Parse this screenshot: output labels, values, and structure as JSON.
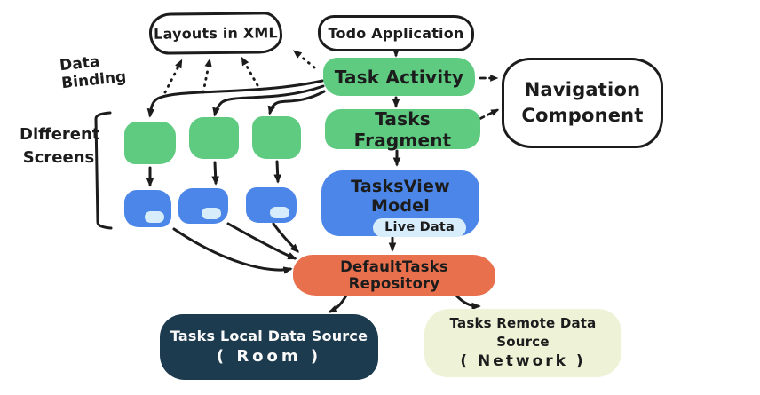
{
  "nodes": {
    "layouts_xml": {
      "label": "Layouts in XML",
      "fill": "#ffffff"
    },
    "todo_application": {
      "label": "Todo Application",
      "fill": "#ffffff"
    },
    "task_activity": {
      "label": "Task Activity",
      "fill": "#5ecb81"
    },
    "navigation_component": {
      "label": "Navigation Component",
      "fill": "#ffffff"
    },
    "tasks_fragment": {
      "label": "Tasks Fragment",
      "fill": "#5ecb81"
    },
    "tasks_view_model": {
      "label": "TasksView Model",
      "badge": "Live Data",
      "fill": "#4b86e8",
      "badge_fill": "#d8edfb"
    },
    "default_tasks_repository": {
      "label": "DefaultTasks Repository",
      "fill": "#e8704d"
    },
    "tasks_local_data_source": {
      "label": "Tasks Local Data Source",
      "sublabel": "( Room )",
      "fill": "#1d3b4e",
      "text_color": "#fafafa"
    },
    "tasks_remote_data_source": {
      "label": "Tasks Remote Data Source",
      "sublabel": "( Network )",
      "fill": "#eef3d8"
    }
  },
  "annotations": {
    "data_binding": "Data Binding",
    "different_screens": "Different Screens"
  },
  "screen_placeholders": {
    "count": 3,
    "description": "three unlabeled green screen thumbnails, each linked to a blue view-model thumbnail containing a small light-blue live-data pill"
  },
  "edges": [
    {
      "from": "Todo Application",
      "to": "Task Activity",
      "style": "solid"
    },
    {
      "from": "Task Activity",
      "to": "Tasks Fragment",
      "style": "solid"
    },
    {
      "from": "Tasks Fragment",
      "to": "TasksView Model",
      "style": "solid"
    },
    {
      "from": "TasksView Model",
      "to": "DefaultTasks Repository",
      "style": "solid"
    },
    {
      "from": "DefaultTasks Repository",
      "to": "Tasks Local Data Source (Room)",
      "style": "solid"
    },
    {
      "from": "DefaultTasks Repository",
      "to": "Tasks Remote Data Source (Network)",
      "style": "solid"
    },
    {
      "from": "Task Activity",
      "to": "screen thumbnail 1..3",
      "style": "solid"
    },
    {
      "from": "screen thumbnail 1..3",
      "to": "view-model thumbnail 1..3",
      "style": "solid"
    },
    {
      "from": "view-model thumbnail 1..3",
      "to": "DefaultTasks Repository",
      "style": "solid"
    },
    {
      "from": "screen thumbnails / Task Activity",
      "to": "Layouts in XML",
      "style": "dotted"
    },
    {
      "from": "Task Activity",
      "to": "Navigation Component",
      "style": "dashed"
    },
    {
      "from": "Tasks Fragment",
      "to": "Navigation Component",
      "style": "dashed"
    }
  ],
  "colors": {
    "ink": "#1c1c1c",
    "green": "#5ecb81",
    "blue": "#4b86e8",
    "light_blue": "#d8edfb",
    "orange": "#e8704d",
    "navy": "#1d3b4e",
    "pale_green": "#eef3d8",
    "background": "#ffffff"
  }
}
